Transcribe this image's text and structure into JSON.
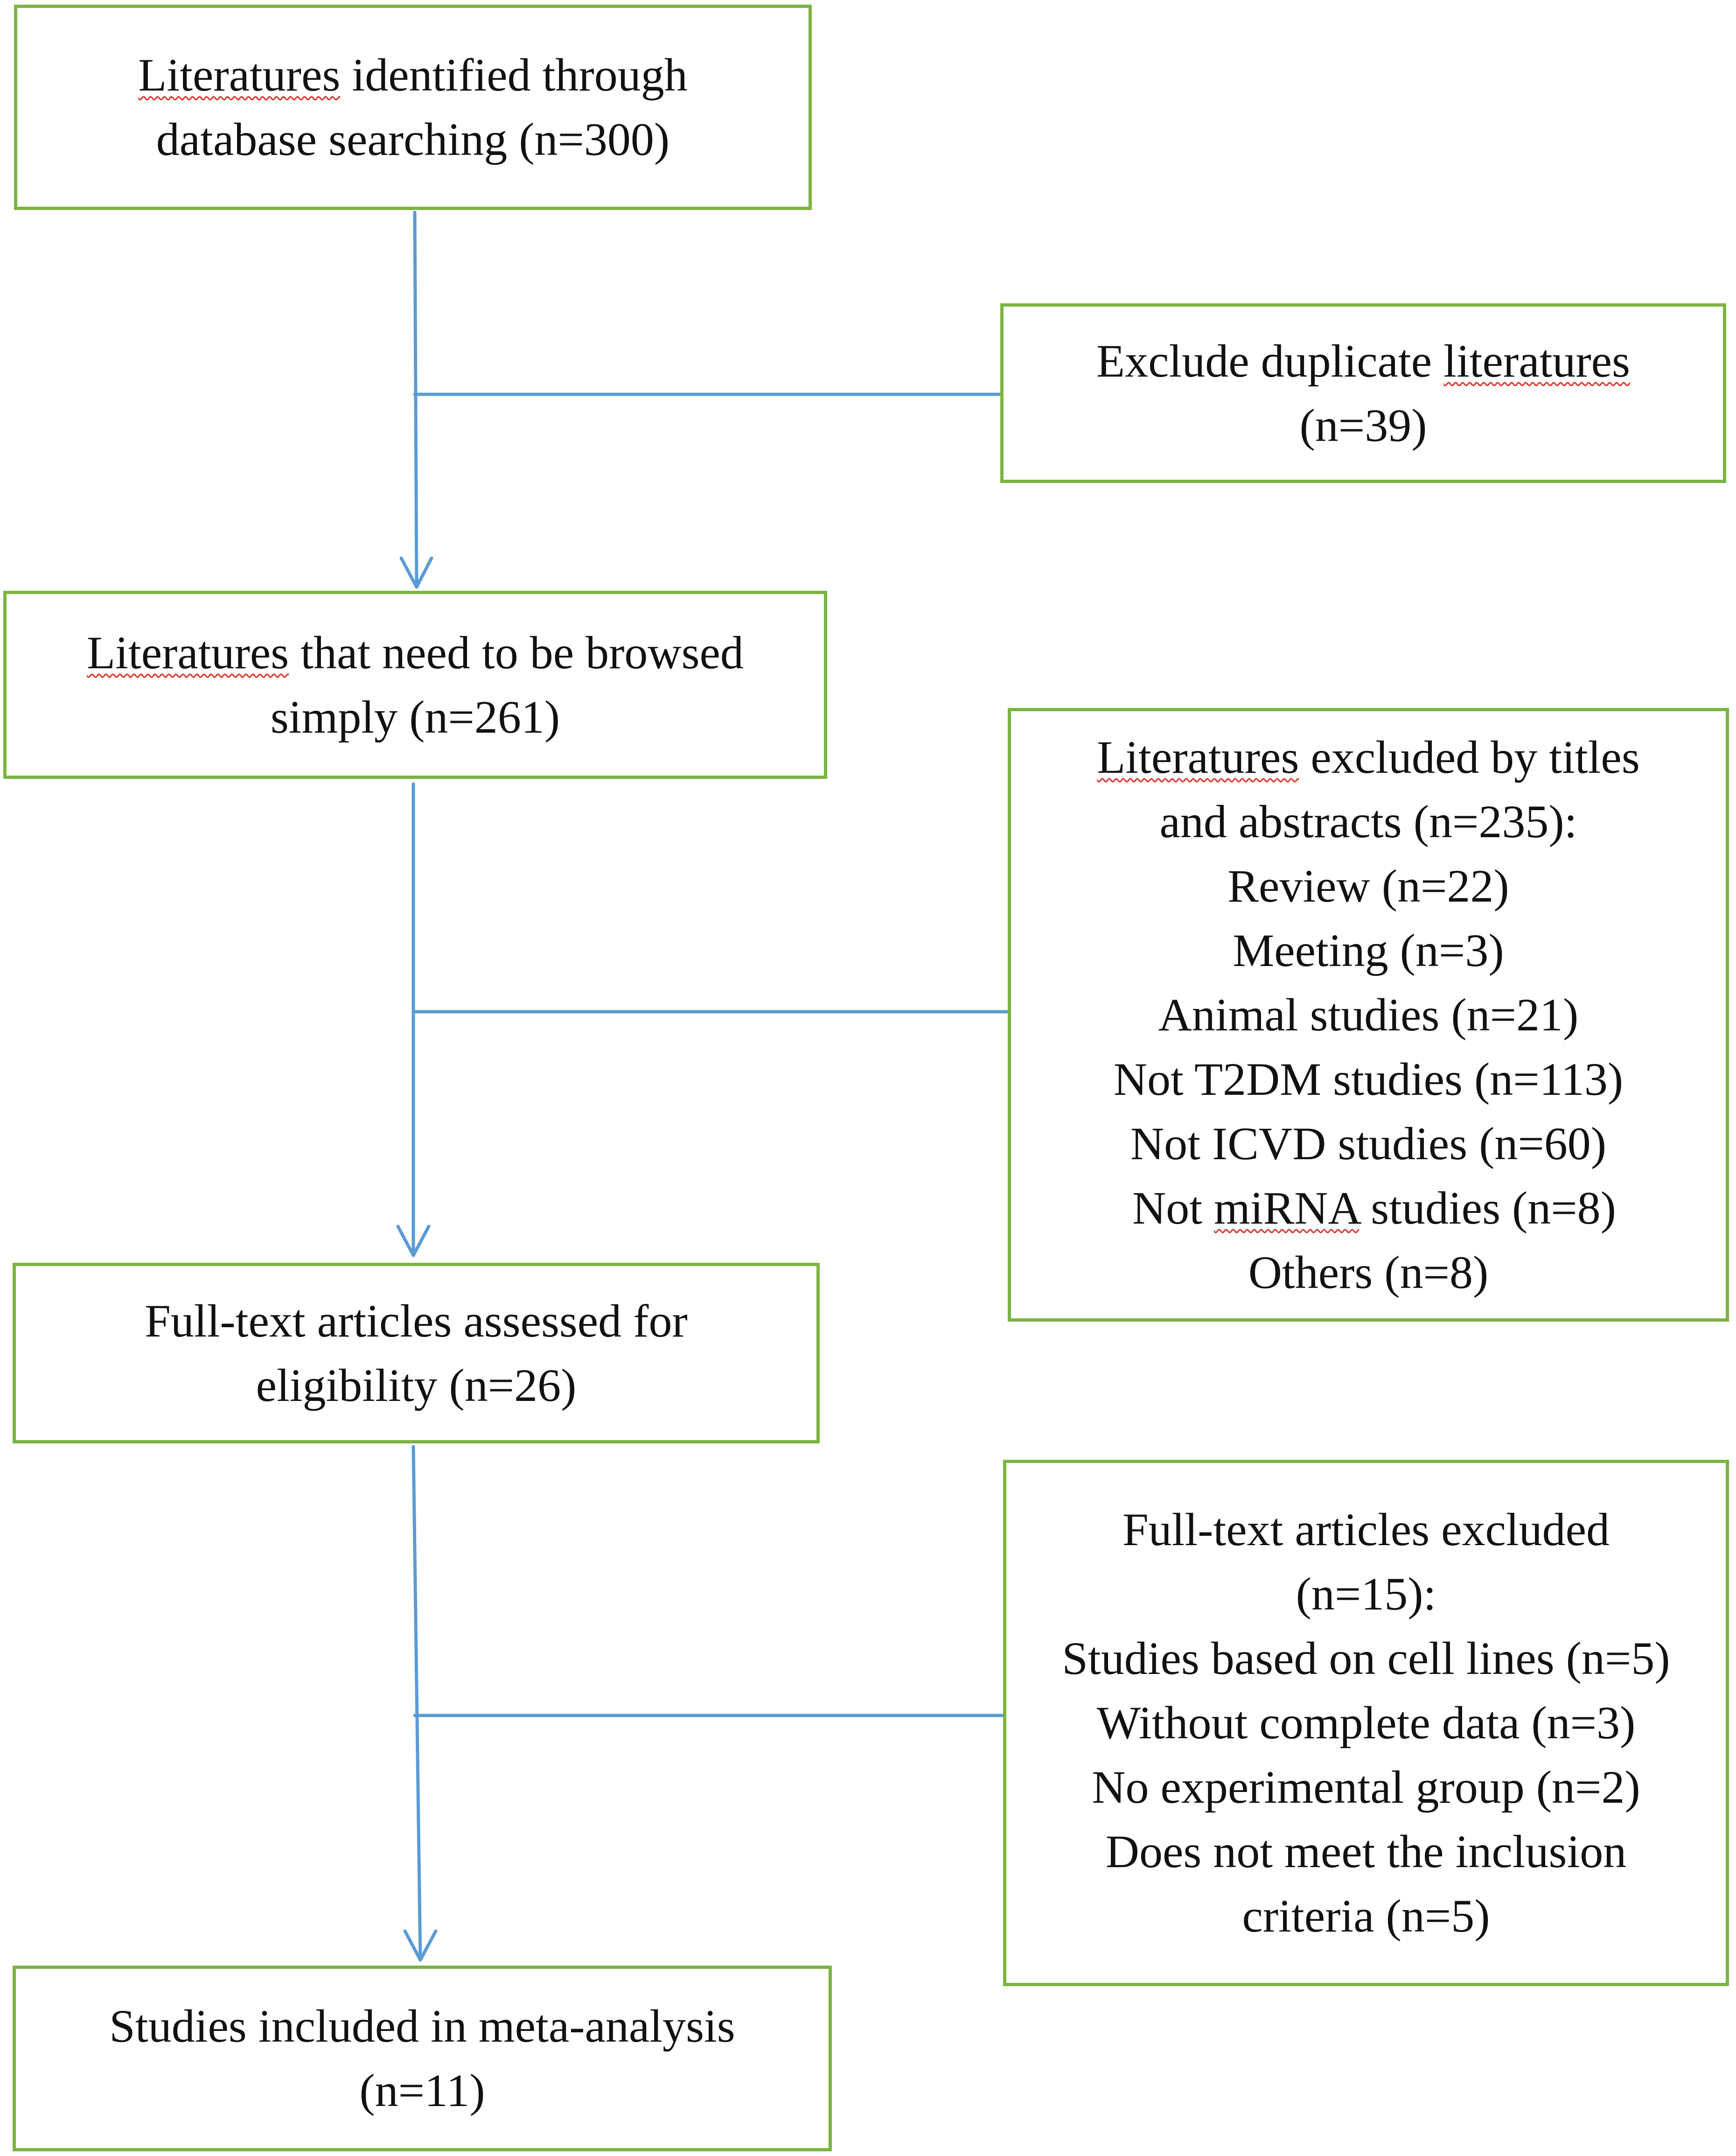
{
  "flow": {
    "identified": {
      "lines": [
        {
          "parts": [
            {
              "t": "Literatures",
              "u": true
            },
            {
              "t": " identified through",
              "u": false
            }
          ]
        },
        {
          "parts": [
            {
              "t": "database searching (n=300)",
              "u": false
            }
          ]
        }
      ]
    },
    "excluded_duplicates": {
      "lines": [
        {
          "parts": [
            {
              "t": "Exclude duplicate ",
              "u": false
            },
            {
              "t": "literatures",
              "u": true
            }
          ]
        },
        {
          "parts": [
            {
              "t": "(n=39)",
              "u": false
            }
          ]
        }
      ]
    },
    "browsed": {
      "lines": [
        {
          "parts": [
            {
              "t": "Literatures",
              "u": true
            },
            {
              "t": " that need to be browsed",
              "u": false
            }
          ]
        },
        {
          "parts": [
            {
              "t": "simply (n=261)",
              "u": false
            }
          ]
        }
      ]
    },
    "excluded_titles": {
      "lines": [
        {
          "parts": [
            {
              "t": "Literatures",
              "u": true
            },
            {
              "t": " excluded by titles",
              "u": false
            }
          ]
        },
        {
          "parts": [
            {
              "t": "and abstracts (n=235):",
              "u": false
            }
          ]
        },
        {
          "parts": [
            {
              "t": "Review (n=22)",
              "u": false
            }
          ]
        },
        {
          "parts": [
            {
              "t": "Meeting (n=3)",
              "u": false
            }
          ]
        },
        {
          "parts": [
            {
              "t": "Animal studies (n=21)",
              "u": false
            }
          ]
        },
        {
          "parts": [
            {
              "t": "Not T2DM studies (n=113)",
              "u": false
            }
          ]
        },
        {
          "parts": [
            {
              "t": "Not ICVD studies (n=60)",
              "u": false
            }
          ]
        },
        {
          "parts": [
            {
              "t": " Not ",
              "u": false
            },
            {
              "t": "miRNA",
              "u": true
            },
            {
              "t": " studies (n=8)",
              "u": false
            }
          ]
        },
        {
          "parts": [
            {
              "t": "Others (n=8)",
              "u": false
            }
          ]
        }
      ]
    },
    "fulltext": {
      "lines": [
        {
          "parts": [
            {
              "t": "Full-text articles assessed for",
              "u": false
            }
          ]
        },
        {
          "parts": [
            {
              "t": "eligibility (n=26)",
              "u": false
            }
          ]
        }
      ]
    },
    "excluded_fulltext": {
      "lines": [
        {
          "parts": [
            {
              "t": "Full-text articles excluded",
              "u": false
            }
          ]
        },
        {
          "parts": [
            {
              "t": "(n=15):",
              "u": false
            }
          ]
        },
        {
          "parts": [
            {
              "t": "Studies based on cell lines (n=5)",
              "u": false
            }
          ]
        },
        {
          "parts": [
            {
              "t": "Without complete data (n=3)",
              "u": false
            }
          ]
        },
        {
          "parts": [
            {
              "t": "No experimental group (n=2)",
              "u": false
            }
          ]
        },
        {
          "parts": [
            {
              "t": "Does not meet the inclusion",
              "u": false
            }
          ]
        },
        {
          "parts": [
            {
              "t": "criteria (n=5)",
              "u": false
            }
          ]
        }
      ]
    },
    "included": {
      "lines": [
        {
          "parts": [
            {
              "t": "Studies included in meta-analysis",
              "u": false
            }
          ]
        },
        {
          "parts": [
            {
              "t": "(n=11)",
              "u": false
            }
          ]
        }
      ]
    }
  },
  "colors": {
    "box_border": "#7cb342",
    "connector": "#5b9bd5",
    "spellcheck_underline": "#d93025"
  }
}
